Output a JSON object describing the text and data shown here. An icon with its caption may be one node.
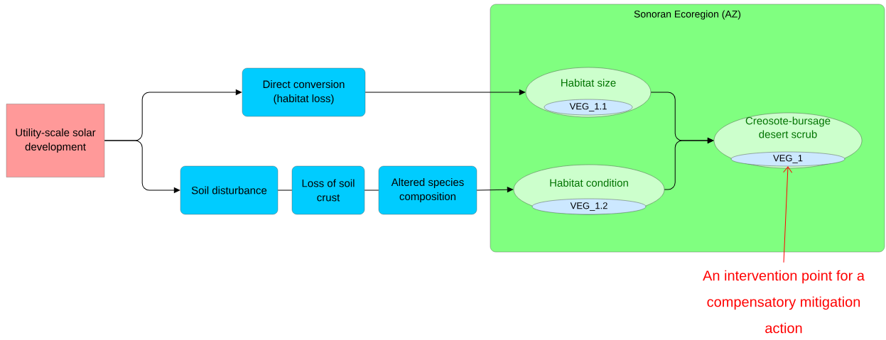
{
  "diagram": {
    "nodes": [
      {
        "text": [
          "Sonoran Ecoregion (AZ)"
        ]
      },
      {
        "text": [
          "Utility-scale solar development"
        ]
      },
      {
        "text": [
          "Direct conversion (habitat loss)"
        ]
      },
      {
        "text": [
          "Soil disturbance"
        ]
      },
      {
        "text": [
          "Loss of soil crust"
        ]
      },
      {
        "text": [
          "Altered species composition"
        ]
      },
      {
        "text": [
          "Habitat size"
        ],
        "in": 0
      },
      {
        "text": [
          "VEG_1.1"
        ],
        "in": 6
      },
      {
        "text": [
          "Habitat condition"
        ],
        "in": 0
      },
      {
        "text": [
          "VEG_1.2"
        ],
        "in": 8
      },
      {
        "text": [
          "Creosote-bursage desert scrub"
        ],
        "in": 0
      },
      {
        "text": [
          "VEG_1"
        ],
        "in": 10
      },
      {
        "text": [
          "An intervention point for a compensatory mitigation action"
        ]
      }
    ],
    "edges": [
      {
        "from": 1,
        "to": 2,
        "arrow": "to"
      },
      {
        "from": 1,
        "to": 3,
        "arrow": "to"
      },
      {
        "from": 2,
        "to": 6,
        "arrow": "to"
      },
      {
        "from": 3,
        "to": 4,
        "arrow": "none"
      },
      {
        "from": 4,
        "to": 5,
        "arrow": "none"
      },
      {
        "from": 5,
        "to": 8,
        "arrow": "to"
      },
      {
        "from": 6,
        "to": 10,
        "arrow": "to"
      },
      {
        "from": 8,
        "to": 10,
        "arrow": "to"
      },
      {
        "from": 12,
        "to": 11,
        "arrow": "to",
        "color": "#ff0000"
      }
    ]
  }
}
